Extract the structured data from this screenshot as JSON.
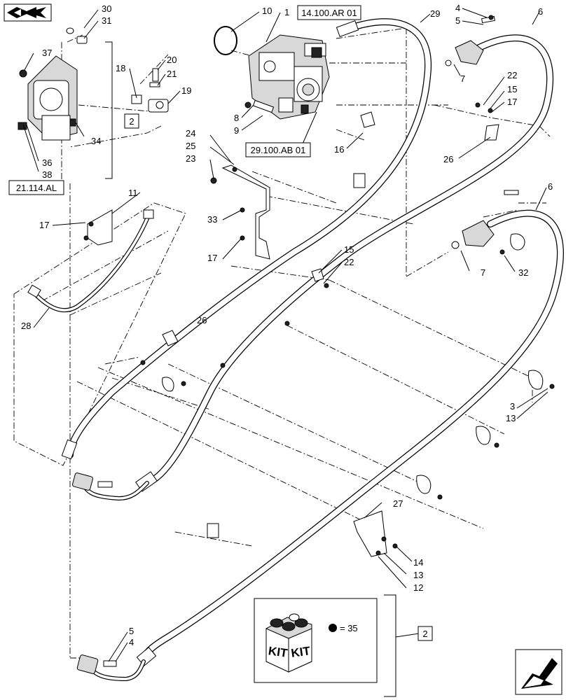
{
  "callouts": {
    "c1": "1",
    "c3": "3",
    "c4a": "4",
    "c4b": "4",
    "c5a": "5",
    "c5b": "5",
    "c6a": "6",
    "c6b": "6",
    "c7a": "7",
    "c7b": "7",
    "c8": "8",
    "c9": "9",
    "c10": "10",
    "c11": "11",
    "c12": "12",
    "c13a": "13",
    "c13b": "13",
    "c14": "14",
    "c15a": "15",
    "c15b": "15",
    "c16": "16",
    "c17a": "17",
    "c17b": "17",
    "c17c": "17",
    "c18": "18",
    "c19": "19",
    "c20": "20",
    "c21": "21",
    "c22a": "22",
    "c22b": "22",
    "c23": "23",
    "c24": "24",
    "c25": "25",
    "c26a": "26",
    "c26b": "26",
    "c27": "27",
    "c28": "28",
    "c29": "29",
    "c30": "30",
    "c31": "31",
    "c32": "32",
    "c33": "33",
    "c34": "34",
    "c36": "36",
    "c37": "37",
    "c38": "38"
  },
  "references": {
    "ref_14100": "14.100.AR 01",
    "ref_29100": "29.100.AB 01",
    "ref_21114": "21.114.AL",
    "box2_top": "2",
    "box2_bottom": "2"
  },
  "kit": {
    "label_left": "KIT",
    "label_right": "KIT",
    "bullet_eq": "= 35"
  },
  "icons": {
    "top_left": "book-arrow-icon",
    "bottom_right": "next-page-arrow-icon"
  }
}
